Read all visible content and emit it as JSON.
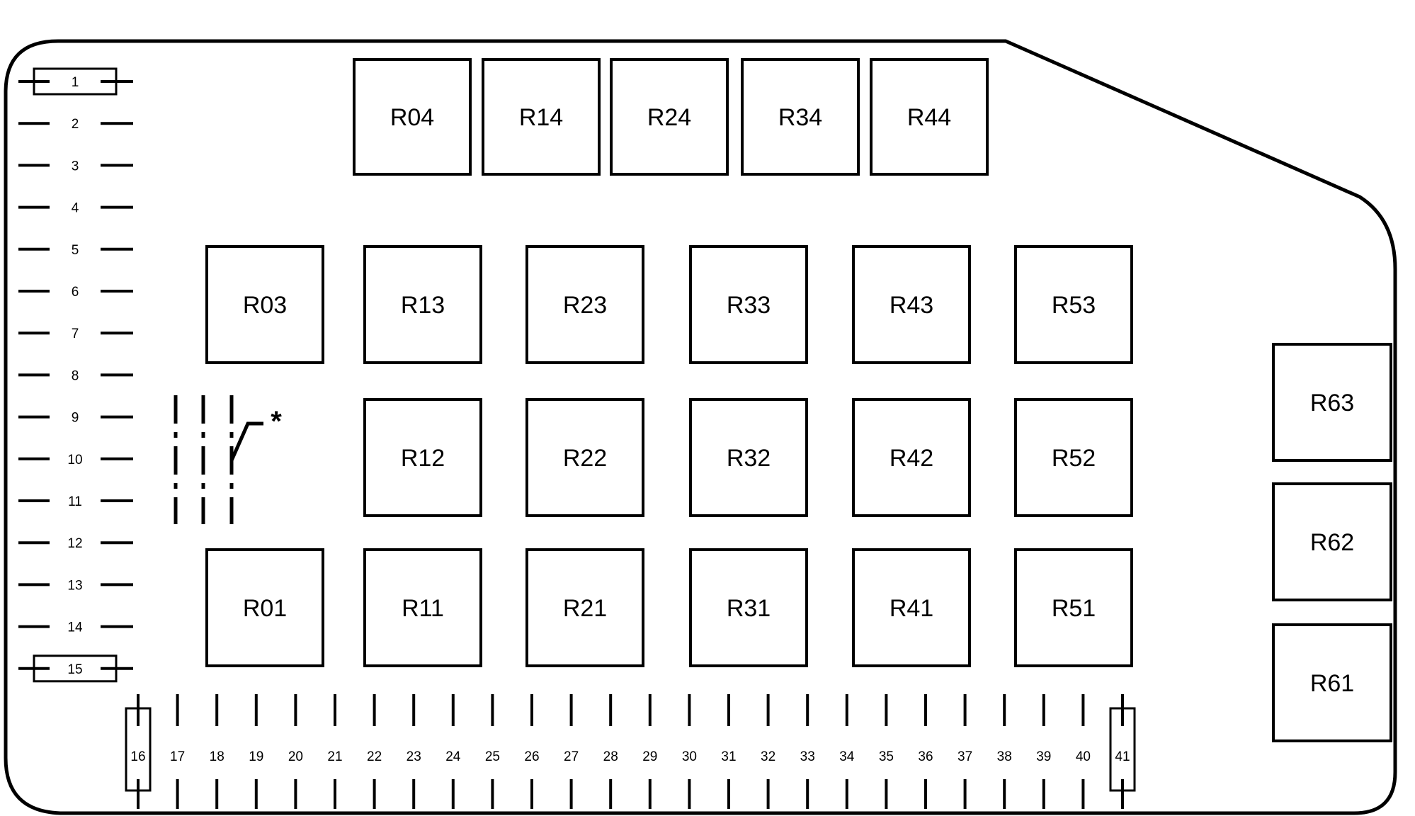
{
  "relays_top": [
    "R04",
    "R14",
    "R24",
    "R34",
    "R44"
  ],
  "relays_grid": [
    [
      "R03",
      "R13",
      "R23",
      "R33",
      "R43",
      "R53"
    ],
    [
      "",
      "R12",
      "R22",
      "R32",
      "R42",
      "R52"
    ],
    [
      "R01",
      "R11",
      "R21",
      "R31",
      "R41",
      "R51"
    ]
  ],
  "relays_right": [
    "R63",
    "R62",
    "R61"
  ],
  "fuses_left": [
    "1",
    "2",
    "3",
    "4",
    "5",
    "6",
    "7",
    "8",
    "9",
    "10",
    "11",
    "12",
    "13",
    "14",
    "15"
  ],
  "fuses_bottom": [
    "16",
    "17",
    "18",
    "19",
    "20",
    "21",
    "22",
    "23",
    "24",
    "25",
    "26",
    "27",
    "28",
    "29",
    "30",
    "31",
    "32",
    "33",
    "34",
    "35",
    "36",
    "37",
    "38",
    "39",
    "40",
    "41"
  ]
}
